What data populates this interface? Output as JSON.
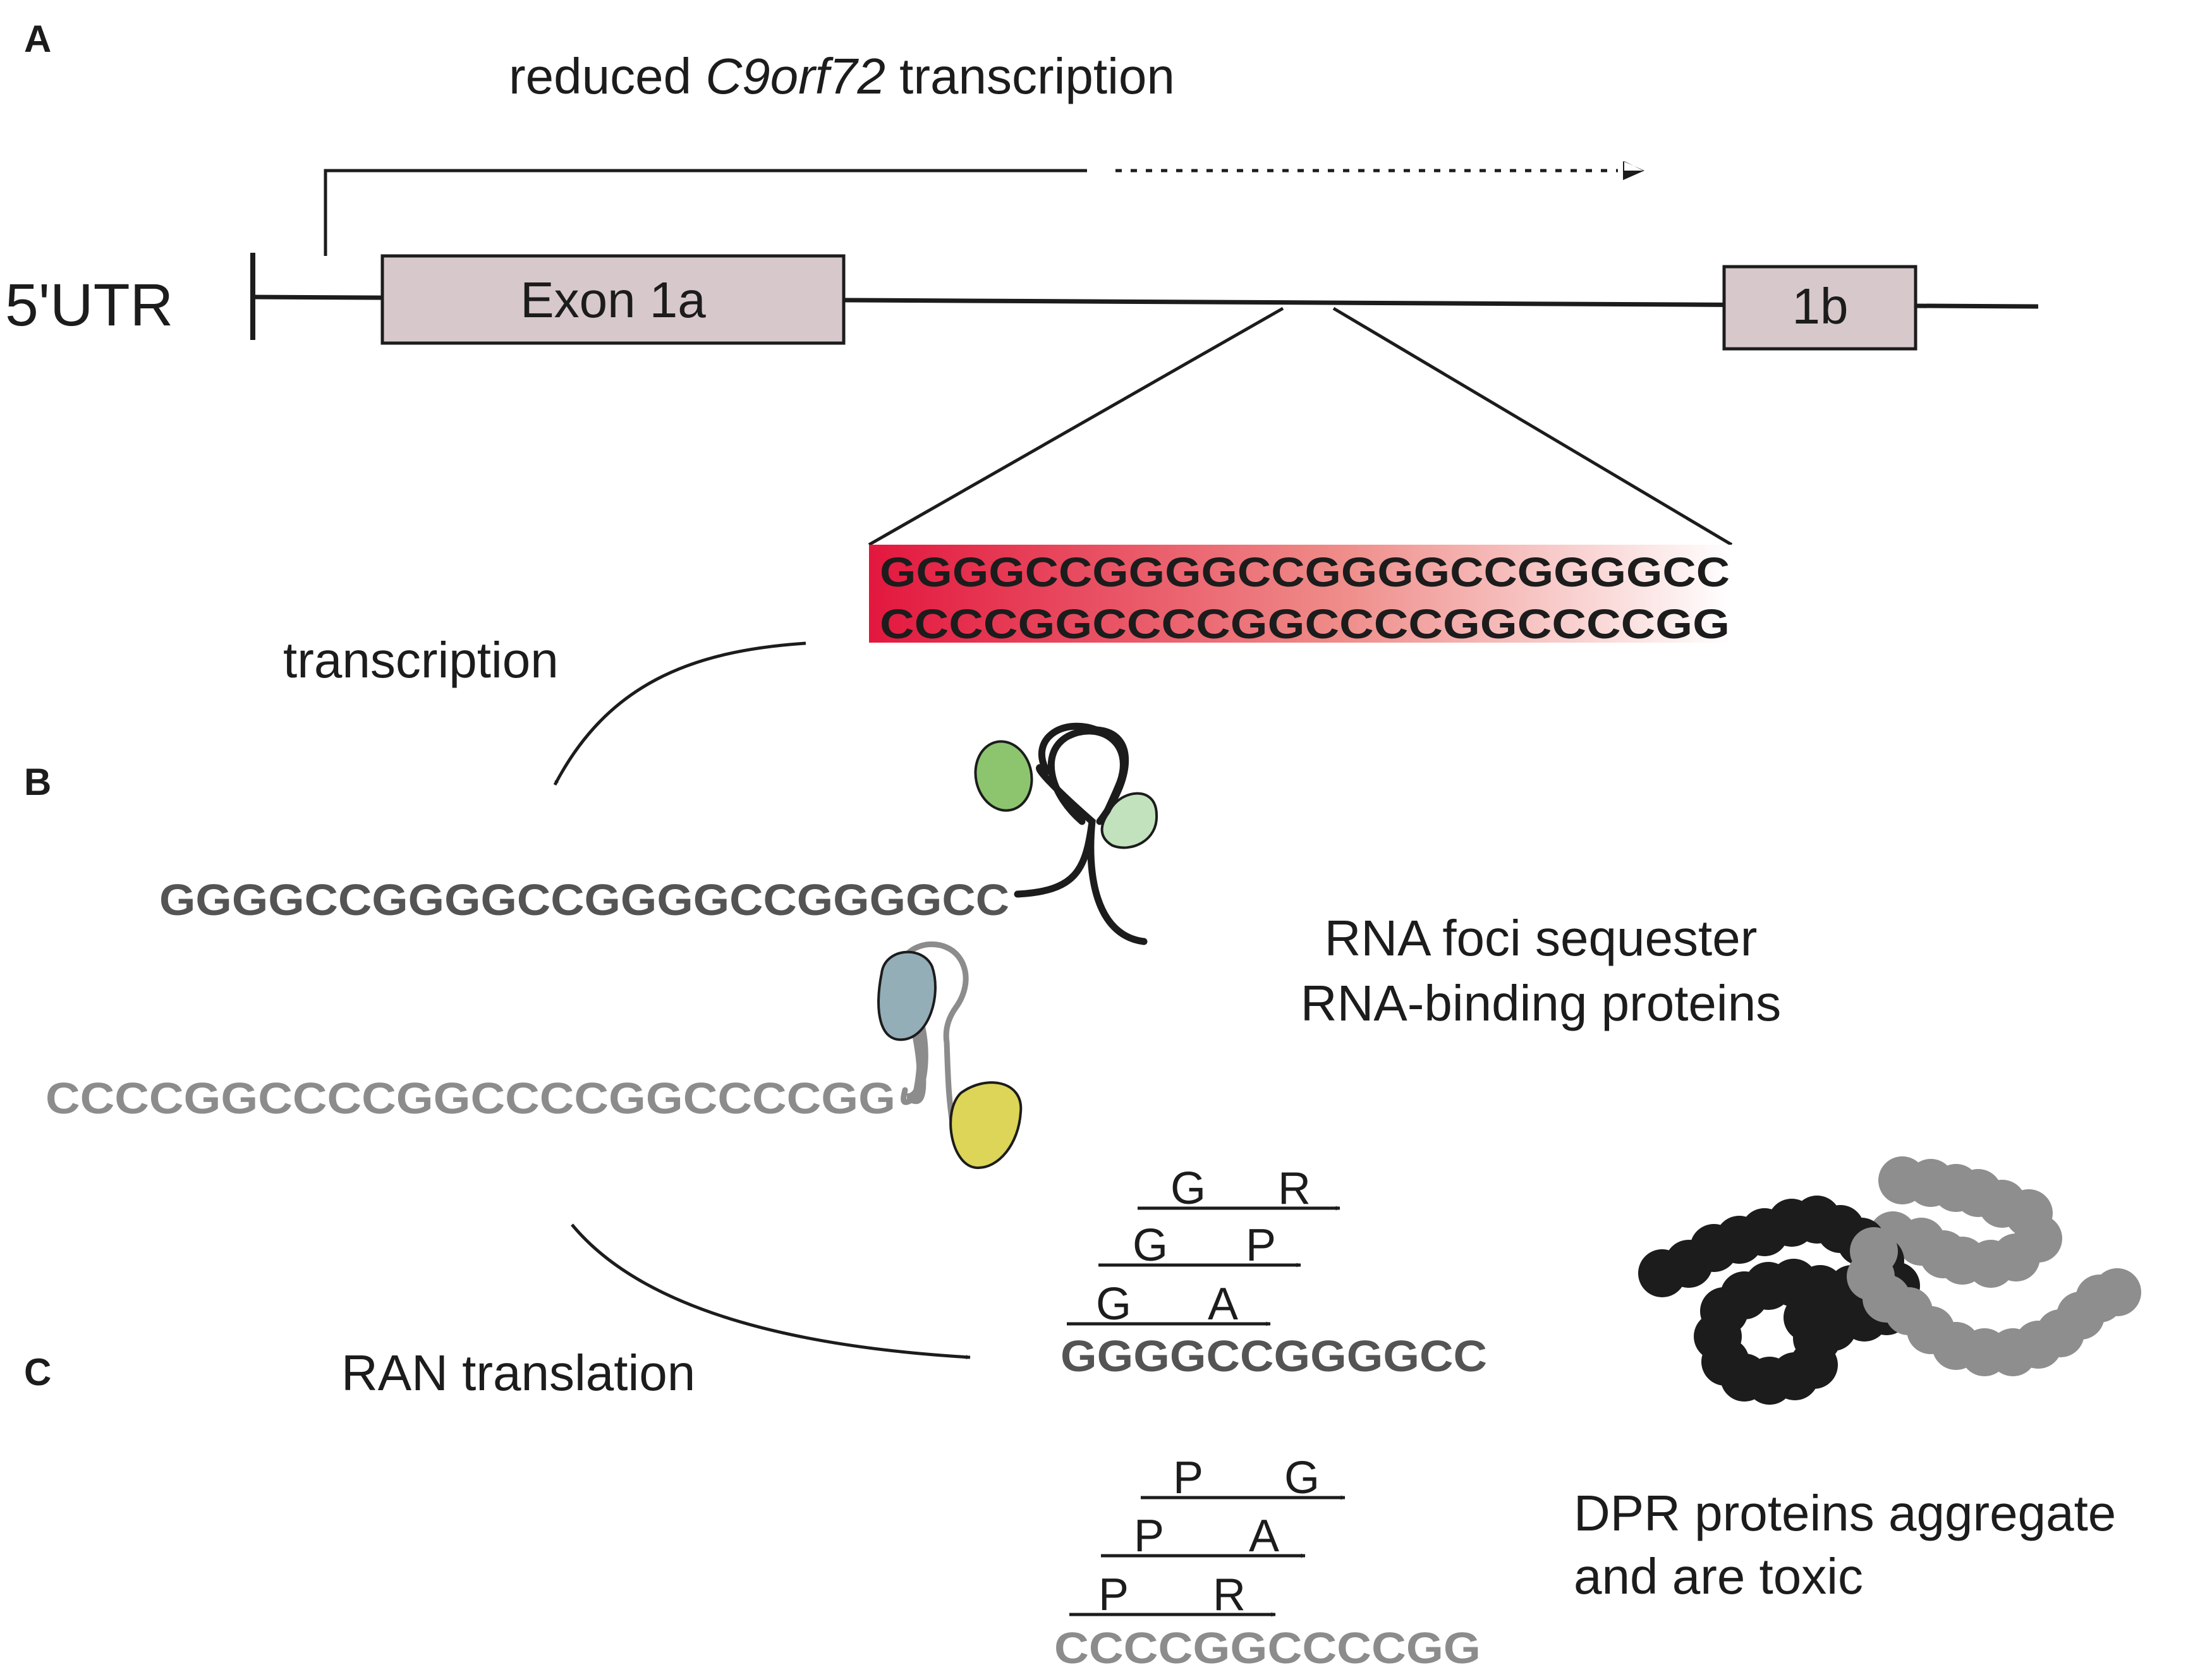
{
  "panels": {
    "a": "A",
    "b": "B",
    "c": "C"
  },
  "panel_a": {
    "title_prefix": "reduced ",
    "title_gene": "C9orf72",
    "title_suffix": " transcription",
    "utr_label": "5'UTR",
    "exon1a_label": "Exon 1a",
    "exon1b_label": "1b",
    "repeat_sense": "GGGGCCGGGGCCGGGGCCGGGGCC",
    "repeat_antisense": "CCCCGGCCCCGGCCCCGGCCCCGG"
  },
  "transcription_label": "transcription",
  "panel_b": {
    "sense_rna": "GGGGCCGGGGCCGGGGCCGGGGCC",
    "antisense_rna": "CCCCGGCCCCGGCCCCGGCCCCGG",
    "caption_line1": "RNA foci sequester",
    "caption_line2": "RNA-binding proteins"
  },
  "panel_c": {
    "ran_label": "RAN translation",
    "sense_seq": "GGGGCCGGGGCC",
    "antisense_seq": "CCCCGGCCCCGG",
    "sense_frames": [
      {
        "first": "G",
        "second": "R"
      },
      {
        "first": "G",
        "second": "P"
      },
      {
        "first": "G",
        "second": "A"
      }
    ],
    "antisense_frames": [
      {
        "first": "P",
        "second": "G"
      },
      {
        "first": "P",
        "second": "A"
      },
      {
        "first": "P",
        "second": "R"
      }
    ],
    "caption_line1": "DPR proteins aggregate",
    "caption_line2": "and are toxic"
  },
  "colors": {
    "exon_fill": "#d7c9cb",
    "repeat_gradient_start": "#e3173e",
    "repeat_gradient_end": "#ffffff",
    "sense_rna": "#545454",
    "antisense_rna": "#8c8c8c",
    "rbp_green_dark": "#8cc56e",
    "rbp_green_light": "#c2e2bd",
    "rbp_blue": "#94aeb8",
    "rbp_yellow": "#dcd557",
    "dpr_black": "#1c1c1c",
    "dpr_gray": "#8e8e8e"
  }
}
